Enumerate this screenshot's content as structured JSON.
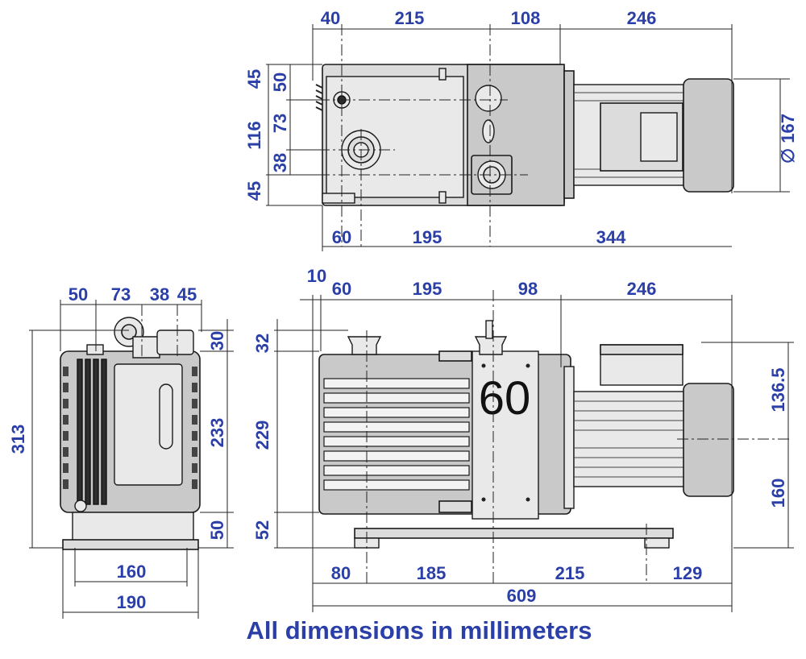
{
  "caption": "All dimensions in millimeters",
  "model_label": "60",
  "top_view": {
    "dims_top": [
      "40",
      "215",
      "108",
      "246"
    ],
    "dims_bottom": [
      "60",
      "195",
      "344"
    ],
    "dims_left_outer": [
      "45",
      "116",
      "45"
    ],
    "dims_left_inner": [
      "50",
      "73",
      "38"
    ],
    "diameter": "∅ 167"
  },
  "end_view": {
    "dims_top": [
      "50",
      "73",
      "38",
      "45"
    ],
    "dims_right": [
      "30",
      "233",
      "50"
    ],
    "dims_left": [
      "313"
    ],
    "dims_bottom": [
      "160",
      "190"
    ]
  },
  "side_view": {
    "dims_top": [
      "10",
      "60",
      "195",
      "98",
      "246"
    ],
    "dims_left": [
      "32",
      "229",
      "52"
    ],
    "dims_right": [
      "136.5",
      "160"
    ],
    "dims_bottom": [
      "80",
      "185",
      "215",
      "129"
    ],
    "overall_length": "609"
  }
}
